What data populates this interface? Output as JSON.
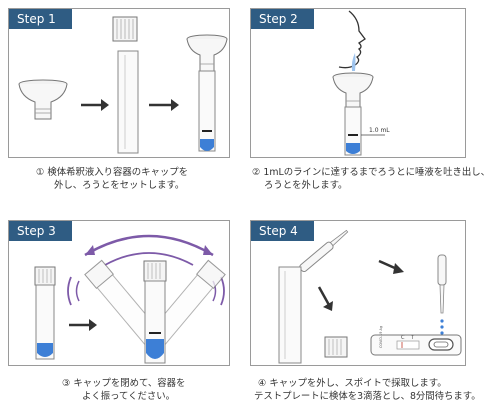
{
  "steps": [
    {
      "label": "Step 1"
    },
    {
      "label": "Step 2",
      "tube_mark": "1.0 mL"
    },
    {
      "label": "Step 3"
    },
    {
      "label": "Step 4",
      "device_text": "COVID-19 Ag",
      "device_c": "C",
      "device_t": "T"
    }
  ],
  "captions": [
    {
      "line1": "① 検体希釈液入り容器のキャップを",
      "line2": "外し、ろうとをセットします。"
    },
    {
      "line1": "② 1mLのラインに達するまでろうとに唾液を吐き出し、",
      "line2": "ろうとを外します。"
    },
    {
      "line1": "③ キャップを閉めて、容器を",
      "line2": "よく振ってください。"
    },
    {
      "line1": "④ キャップを外し、スポイトで採取します。",
      "line2": "テストプレートに検体を3滴落とし、8分間待ちます。"
    }
  ],
  "colors": {
    "badge": "#2f5c83",
    "liquid": "#3d7fd6",
    "arrow": "#333333",
    "motion": "#7d5aa8"
  }
}
